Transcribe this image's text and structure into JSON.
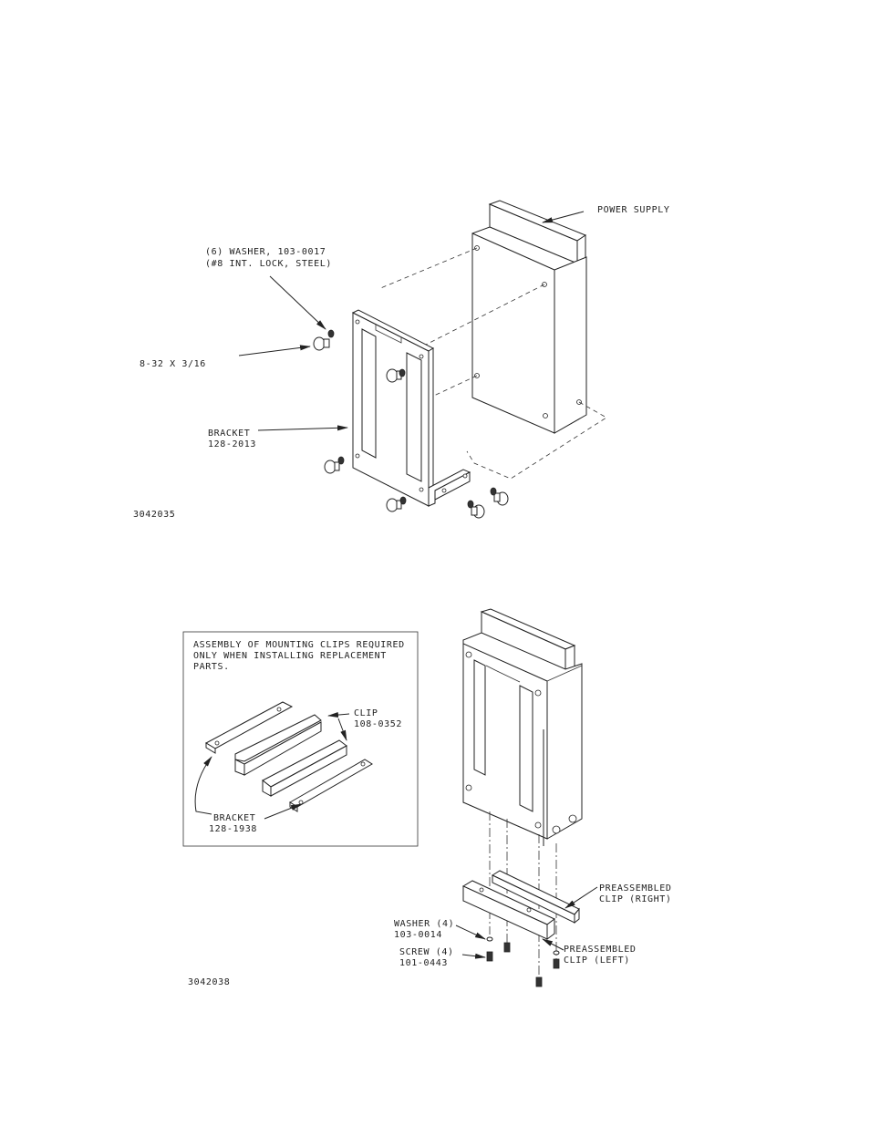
{
  "figure_top": {
    "id_label": "3042035",
    "labels": {
      "power_supply": "POWER SUPPLY",
      "washer_line1": "(6) WASHER, 103-0017",
      "washer_line2": "(#8 INT. LOCK, STEEL)",
      "screw": "8-32 X 3/16",
      "bracket_line1": "BRACKET",
      "bracket_line2": "128-2013"
    }
  },
  "figure_bottom": {
    "id_label": "3042038",
    "note_lines": [
      "ASSEMBLY OF MOUNTING CLIPS REQUIRED",
      "ONLY WHEN INSTALLING REPLACEMENT",
      "PARTS."
    ],
    "labels": {
      "clip_line1": "CLIP",
      "clip_line2": "108-0352",
      "bracket_line1": "BRACKET",
      "bracket_line2": "128-1938",
      "preassembled_right_line1": "PREASSEMBLED",
      "preassembled_right_line2": "CLIP (RIGHT)",
      "preassembled_left_line1": "PREASSEMBLED",
      "preassembled_left_line2": "CLIP (LEFT)",
      "washer_line1": "WASHER (4)",
      "washer_line2": "103-0014",
      "screw_line1": "SCREW (4)",
      "screw_line2": "101-0443"
    }
  }
}
